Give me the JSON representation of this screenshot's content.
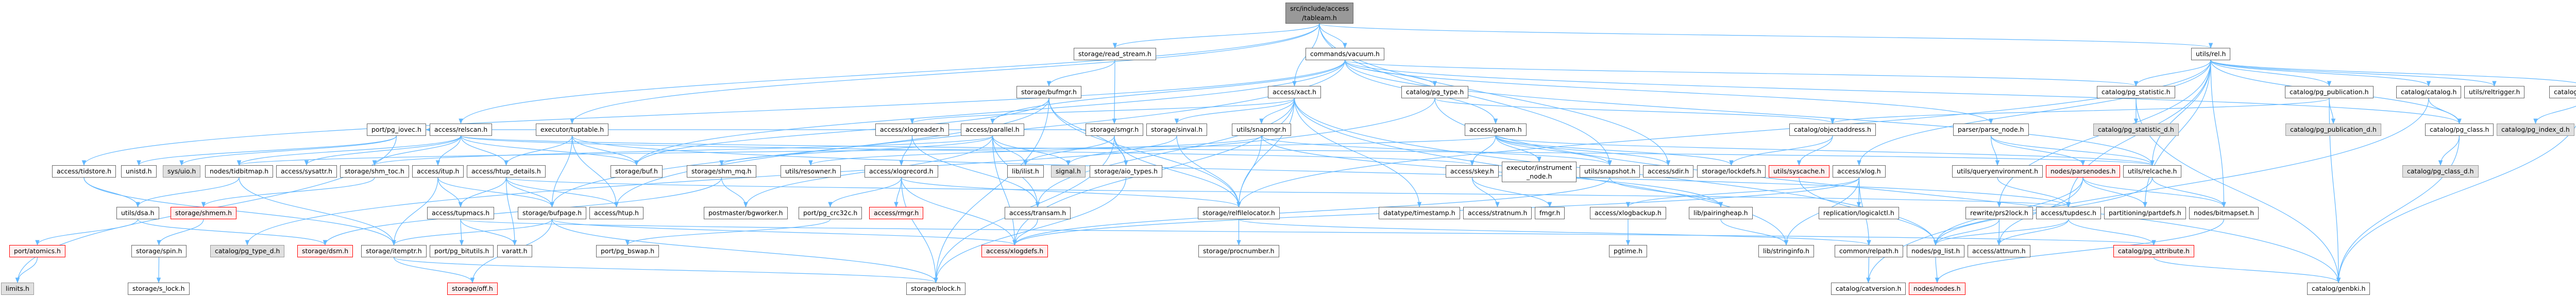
{
  "title": "src/include/access/tableam.h",
  "colors": {
    "edge": "#63b8ff",
    "root_fill": "#999999",
    "missing_fill": "#fff0f0",
    "missing_border": "#ff0000",
    "system_fill": "#e0e0e0"
  },
  "root": {
    "label_line1": "src/include/access",
    "label_line2": "/tableam.h"
  },
  "nodes": {
    "instr_line1": "executor/instrument",
    "instr_line2": "_node.h",
    "tidstore": "access/tidstore.h",
    "unistd": "unistd.h",
    "uio": "sys/uio.h",
    "tidbitmap": "nodes/tidbitmap.h",
    "sysattr": "access/sysattr.h",
    "shm_toc": "storage/shm_toc.h",
    "itup": "access/itup.h",
    "htup_details": "access/htup_details.h",
    "buf": "storage/buf.h",
    "shm_mq": "storage/shm_mq.h",
    "resowner": "utils/resowner.h",
    "xlogrecord": "access/xlogrecord.h",
    "ilist": "lib/ilist.h",
    "signal": "signal.h",
    "aio_types": "storage/aio_types.h",
    "skey": "access/skey.h",
    "snapshot": "utils/snapshot.h",
    "sdir": "access/sdir.h",
    "lockdefs": "storage/lockdefs.h",
    "syscache": "utils/syscache.h",
    "xlog": "access/xlog.h",
    "queryenv": "utils/queryenvironment.h",
    "parsenodes": "nodes/parsenodes.h",
    "relcache": "utils/relcache.h",
    "pg_class_d": "catalog/pg_class_d.h",
    "dsa": "utils/dsa.h",
    "shmem": "storage/shmem.h",
    "tupmacs": "access/tupmacs.h",
    "bufpage": "storage/bufpage.h",
    "htup": "access/htup.h",
    "bgworker": "postmaster/bgworker.h",
    "pg_crc32c": "port/pg_crc32c.h",
    "rmgr": "access/rmgr.h",
    "transam": "access/transam.h",
    "relfilelocator": "storage/relfilelocator.h",
    "timestamp": "datatype/timestamp.h",
    "stratnum": "access/stratnum.h",
    "fmgr": "fmgr.h",
    "xlogbackup": "access/xlogbackup.h",
    "pairingheap": "lib/pairingheap.h",
    "logicalctl": "replication/logicalctl.h",
    "prs2lock": "rewrite/prs2lock.h",
    "tupdesc": "access/tupdesc.h",
    "partdefs": "partitioning/partdefs.h",
    "bitmapset": "nodes/bitmapset.h",
    "atomics": "port/atomics.h",
    "spin": "storage/spin.h",
    "pg_type_d": "catalog/pg_type_d.h",
    "dsm": "storage/dsm.h",
    "itemptr": "storage/itemptr.h",
    "pg_bitutils": "port/pg_bitutils.h",
    "varatt": "varatt.h",
    "pg_bswap": "port/pg_bswap.h",
    "xlogdefs": "access/xlogdefs.h",
    "procnumber": "storage/procnumber.h",
    "pgtime": "pgtime.h",
    "stringinfo": "lib/stringinfo.h",
    "relpath": "common/relpath.h",
    "pg_list": "nodes/pg_list.h",
    "attnum": "access/attnum.h",
    "pg_attribute": "catalog/pg_attribute.h",
    "limits": "limits.h",
    "s_lock": "storage/s_lock.h",
    "off": "storage/off.h",
    "block": "storage/block.h",
    "catversion": "catalog/catversion.h",
    "nodes": "nodes/nodes.h",
    "genbki": "catalog/genbki.h",
    "pg_iovec": "port/pg_iovec.h",
    "relscan": "access/relscan.h",
    "tuptable": "executor/tuptable.h",
    "xlogreader": "access/xlogreader.h",
    "parallel": "access/parallel.h",
    "smgr": "storage/smgr.h",
    "sinval": "storage/sinval.h",
    "snapmgr": "utils/snapmgr.h",
    "genam": "access/genam.h",
    "objectaddress": "catalog/objectaddress.h",
    "parse_node": "parser/parse_node.h",
    "pg_statistic_d": "catalog/pg_statistic_d.h",
    "pg_publication_d": "catalog/pg_publication_d.h",
    "pg_class": "catalog/pg_class.h",
    "pg_index_d": "catalog/pg_index_d.h",
    "bufmgr": "storage/bufmgr.h",
    "xact": "access/xact.h",
    "pg_type": "catalog/pg_type.h",
    "pg_statistic": "catalog/pg_statistic.h",
    "pg_publication": "catalog/pg_publication.h",
    "catalog": "catalog/catalog.h",
    "reltrigger": "utils/reltrigger.h",
    "pg_index": "catalog/pg_index.h",
    "read_stream": "storage/read_stream.h",
    "vacuum": "commands/vacuum.h",
    "rel": "utils/rel.h"
  },
  "edges": [
    [
      "root",
      "vacuum"
    ],
    [
      "root",
      "xact"
    ],
    [
      "root",
      "rel"
    ],
    [
      "root",
      "read_stream"
    ],
    [
      "root",
      "relscan"
    ],
    [
      "root",
      "tuptable"
    ],
    [
      "root",
      "sdir"
    ],
    [
      "root",
      "snapshot"
    ],
    [
      "vacuum",
      "pg_type"
    ],
    [
      "vacuum",
      "genam"
    ],
    [
      "vacuum",
      "parallel"
    ],
    [
      "vacuum",
      "tidstore"
    ],
    [
      "vacuum",
      "buf"
    ],
    [
      "vacuum",
      "relcache"
    ],
    [
      "vacuum",
      "pg_class"
    ],
    [
      "vacuum",
      "pg_statistic"
    ],
    [
      "vacuum",
      "parse_node"
    ],
    [
      "vacuum",
      "htup"
    ],
    [
      "read_stream",
      "bufmgr"
    ],
    [
      "read_stream",
      "smgr"
    ],
    [
      "bufmgr",
      "block"
    ],
    [
      "bufmgr",
      "buf"
    ],
    [
      "bufmgr",
      "bufpage"
    ],
    [
      "bufmgr",
      "relfilelocator"
    ],
    [
      "bufmgr",
      "aio_types"
    ],
    [
      "xact",
      "xlogreader"
    ],
    [
      "xact",
      "transam"
    ],
    [
      "xact",
      "timestamp"
    ],
    [
      "xact",
      "stringinfo"
    ],
    [
      "xact",
      "pg_list"
    ],
    [
      "xact",
      "relfilelocator"
    ],
    [
      "xact",
      "sinval"
    ],
    [
      "xact",
      "snapmgr"
    ],
    [
      "xact",
      "xlogdefs"
    ],
    [
      "pg_type",
      "pg_type_d"
    ],
    [
      "pg_type",
      "genbki"
    ],
    [
      "pg_type",
      "objectaddress"
    ],
    [
      "rel",
      "pg_class"
    ],
    [
      "rel",
      "pg_index"
    ],
    [
      "rel",
      "pg_publication"
    ],
    [
      "rel",
      "pg_statistic"
    ],
    [
      "rel",
      "catalog"
    ],
    [
      "rel",
      "reltrigger"
    ],
    [
      "rel",
      "tupdesc"
    ],
    [
      "rel",
      "relfilelocator"
    ],
    [
      "rel",
      "relcache"
    ],
    [
      "rel",
      "bitmapset"
    ],
    [
      "rel",
      "partdefs"
    ],
    [
      "rel",
      "prs2lock"
    ],
    [
      "rel",
      "xlog"
    ],
    [
      "catalog",
      "pg_class"
    ],
    [
      "catalog",
      "catversion"
    ],
    [
      "pg_class",
      "pg_class_d"
    ],
    [
      "pg_class",
      "genbki"
    ],
    [
      "pg_index",
      "pg_index_d"
    ],
    [
      "pg_index",
      "genbki"
    ],
    [
      "pg_publication",
      "pg_publication_d"
    ],
    [
      "pg_publication",
      "genbki"
    ],
    [
      "pg_publication",
      "objectaddress"
    ],
    [
      "pg_statistic",
      "pg_statistic_d"
    ],
    [
      "pg_statistic",
      "genbki"
    ],
    [
      "relscan",
      "itup"
    ],
    [
      "relscan",
      "htup_details"
    ],
    [
      "relscan",
      "buf"
    ],
    [
      "relscan",
      "tidbitmap"
    ],
    [
      "relscan",
      "shm_toc"
    ],
    [
      "relscan",
      "relcache"
    ],
    [
      "relscan",
      "skey"
    ],
    [
      "relscan",
      "sysattr"
    ],
    [
      "itup",
      "tupmacs"
    ],
    [
      "itup",
      "itemptr"
    ],
    [
      "itup",
      "bufpage"
    ],
    [
      "htup_details",
      "tupmacs"
    ],
    [
      "htup_details",
      "bufpage"
    ],
    [
      "htup_details",
      "varatt"
    ],
    [
      "htup_details",
      "htup"
    ],
    [
      "htup_details",
      "tupdesc"
    ],
    [
      "tupmacs",
      "pg_bitutils"
    ],
    [
      "tupmacs",
      "varatt"
    ],
    [
      "tupmacs",
      "pg_attribute"
    ],
    [
      "bufpage",
      "off"
    ],
    [
      "bufpage",
      "itemptr"
    ],
    [
      "bufpage",
      "block"
    ],
    [
      "bufpage",
      "xlogdefs"
    ],
    [
      "itemptr",
      "off"
    ],
    [
      "itemptr",
      "block"
    ],
    [
      "tuptable",
      "htup"
    ],
    [
      "tuptable",
      "htup_details"
    ],
    [
      "tuptable",
      "buf"
    ],
    [
      "tuptable",
      "tupdesc"
    ],
    [
      "tuptable",
      "bufpage"
    ],
    [
      "tidstore",
      "dsa"
    ],
    [
      "tidstore",
      "itemptr"
    ],
    [
      "dsa",
      "atomics"
    ],
    [
      "dsa",
      "dsm"
    ],
    [
      "tidbitmap",
      "dsa"
    ],
    [
      "tidbitmap",
      "itemptr"
    ],
    [
      "atomics",
      "limits"
    ],
    [
      "shmem",
      "spin"
    ],
    [
      "spin",
      "s_lock"
    ],
    [
      "shm_toc",
      "shmem"
    ],
    [
      "pg_iovec",
      "unistd"
    ],
    [
      "pg_iovec",
      "uio"
    ],
    [
      "pg_iovec",
      "limits"
    ],
    [
      "smgr",
      "pg_iovec"
    ],
    [
      "shm_mq",
      "bgworker"
    ],
    [
      "shm_mq",
      "dsm"
    ],
    [
      "xlogreader",
      "xlogrecord"
    ],
    [
      "xlogreader",
      "transam"
    ],
    [
      "xlogrecord",
      "rmgr"
    ],
    [
      "xlogrecord",
      "pg_crc32c"
    ],
    [
      "xlogrecord",
      "block"
    ],
    [
      "xlogrecord",
      "xlogdefs"
    ],
    [
      "xlogrecord",
      "relfilelocator"
    ],
    [
      "pg_crc32c",
      "pg_bswap"
    ],
    [
      "parallel",
      "ilist"
    ],
    [
      "parallel",
      "signal"
    ],
    [
      "parallel",
      "xlogdefs"
    ],
    [
      "parallel",
      "shm_toc"
    ],
    [
      "parallel",
      "bgworker"
    ],
    [
      "parallel",
      "shm_mq"
    ],
    [
      "parallel",
      "transam"
    ],
    [
      "smgr",
      "ilist"
    ],
    [
      "smgr",
      "aio_types"
    ],
    [
      "smgr",
      "block"
    ],
    [
      "smgr",
      "relfilelocator"
    ],
    [
      "sinval",
      "signal"
    ],
    [
      "sinval",
      "relfilelocator"
    ],
    [
      "aio_types",
      "block"
    ],
    [
      "transam",
      "xlogdefs"
    ],
    [
      "snapmgr",
      "snapshot"
    ],
    [
      "snapmgr",
      "resowner"
    ],
    [
      "snapmgr",
      "pairingheap"
    ],
    [
      "snapmgr",
      "relfilelocator"
    ],
    [
      "snapshot",
      "pairingheap"
    ],
    [
      "snapshot",
      "xlogdefs"
    ],
    [
      "relfilelocator",
      "procnumber"
    ],
    [
      "relfilelocator",
      "relpath"
    ],
    [
      "genam",
      "skey"
    ],
    [
      "genam",
      "instr"
    ],
    [
      "genam",
      "tidbitmap"
    ],
    [
      "genam",
      "lockdefs"
    ],
    [
      "genam",
      "relcache"
    ],
    [
      "genam",
      "sdir"
    ],
    [
      "genam",
      "snapshot"
    ],
    [
      "skey",
      "stratnum"
    ],
    [
      "skey",
      "fmgr"
    ],
    [
      "xlog",
      "xlogbackup"
    ],
    [
      "xlog",
      "logicalctl"
    ],
    [
      "xlog",
      "stringinfo"
    ],
    [
      "xlog",
      "relpath"
    ],
    [
      "xlog",
      "xlogdefs"
    ],
    [
      "xlogbackup",
      "pgtime"
    ],
    [
      "objectaddress",
      "lockdefs"
    ],
    [
      "objectaddress",
      "syscache"
    ],
    [
      "syscache",
      "pg_list"
    ],
    [
      "parse_node",
      "parsenodes"
    ],
    [
      "parse_node",
      "queryenv"
    ],
    [
      "parse_node",
      "relcache"
    ],
    [
      "queryenv",
      "tupdesc"
    ],
    [
      "parsenodes",
      "bitmapset"
    ],
    [
      "parsenodes",
      "partdefs"
    ],
    [
      "parsenodes",
      "pg_list"
    ],
    [
      "parsenodes",
      "attnum"
    ],
    [
      "prs2lock",
      "attnum"
    ],
    [
      "prs2lock",
      "pg_list"
    ],
    [
      "tupdesc",
      "attnum"
    ],
    [
      "tupdesc",
      "pg_list"
    ],
    [
      "tupdesc",
      "pg_attribute"
    ],
    [
      "relpath",
      "catversion"
    ],
    [
      "pg_list",
      "nodes"
    ],
    [
      "bitmapset",
      "nodes"
    ],
    [
      "relcache",
      "bitmapset"
    ],
    [
      "relcache",
      "pg_list"
    ],
    [
      "pg_attribute",
      "genbki"
    ],
    [
      "pairingheap",
      "stringinfo"
    ]
  ]
}
